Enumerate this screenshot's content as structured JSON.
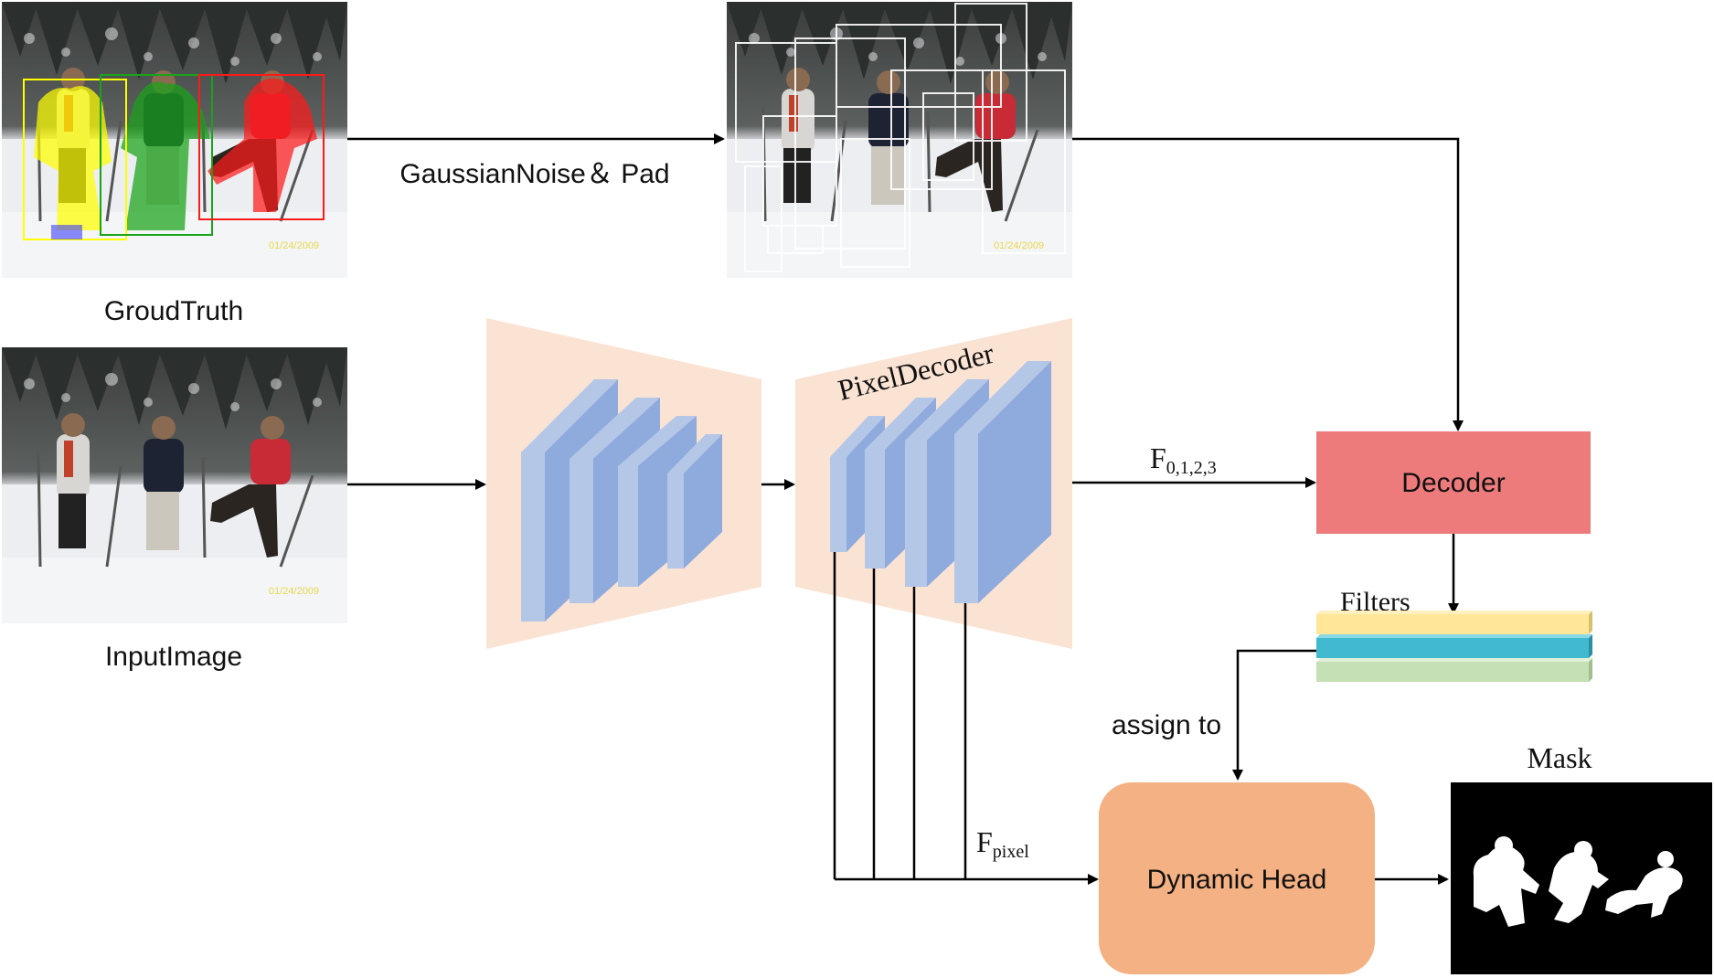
{
  "images": {
    "ground_truth": {
      "caption": "GroudTruth",
      "date_stamp": "01/24/2009"
    },
    "noisy": {
      "date_stamp": "01/24/2009"
    },
    "input": {
      "caption": "InputImage",
      "date_stamp": "01/24/2009"
    }
  },
  "labels": {
    "gaussian_noise": "GaussianNoise＆ Pad",
    "pixel_decoder": "PixelDecoder",
    "f_main": "F",
    "f_main_sub": "0,1,2,3",
    "decoder": "Decoder",
    "filters": "Filters",
    "assign_to": "assign to",
    "dynamic_head": "Dynamic Head",
    "f_pixel": "F",
    "f_pixel_sub": "pixel",
    "mask": "Mask"
  },
  "colors": {
    "trapezoid_fill": "#fbe3d4",
    "block_front": "#8faadc",
    "block_side": "#b4c7e7",
    "decoder_fill": "#ee7b7b",
    "dynamic_head_fill": "#f4b183",
    "filter_yellow": "#ffe699",
    "filter_teal": "#41b9cf",
    "filter_green": "#c5e0b4",
    "gt_yellow": "#ffff00",
    "gt_green": "#19a319",
    "gt_red": "#ff1a1a",
    "gt_blue": "#4040ff"
  }
}
